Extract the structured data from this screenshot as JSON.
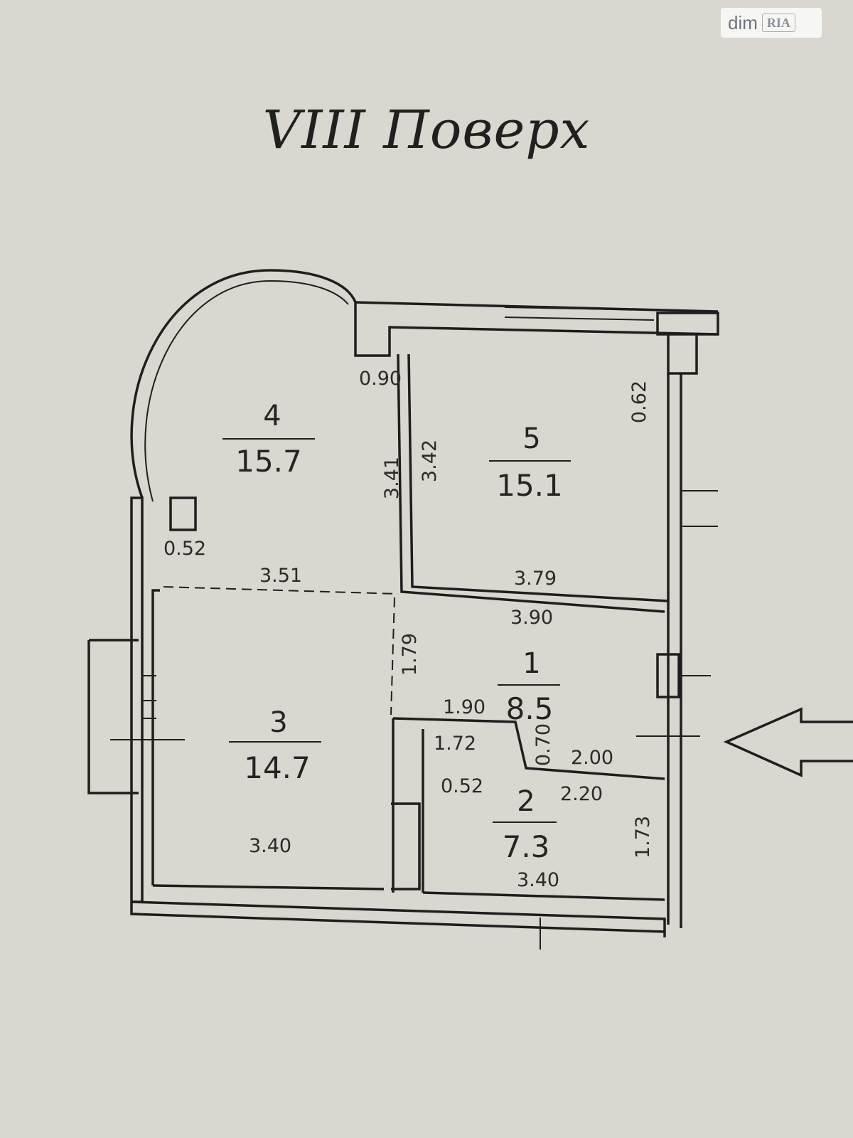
{
  "watermark": {
    "brand": "dim",
    "badge": "RIA"
  },
  "title": "VIII Поверх",
  "rooms": [
    {
      "id": "1",
      "number": "1",
      "area": "8.5"
    },
    {
      "id": "2",
      "number": "2",
      "area": "7.3"
    },
    {
      "id": "3",
      "number": "3",
      "area": "14.7"
    },
    {
      "id": "4",
      "number": "4",
      "area": "15.7"
    },
    {
      "id": "5",
      "number": "5",
      "area": "15.1"
    }
  ],
  "dimensions": {
    "d090": "0.90",
    "d062": "0.62",
    "d341": "3.41",
    "d342": "3.42",
    "d052a": "0.52",
    "d351": "3.51",
    "d379": "3.79",
    "d390": "3.90",
    "d179": "1.79",
    "d190": "1.90",
    "d172": "1.72",
    "d070": "0.70",
    "d200": "2.00",
    "d052b": "0.52",
    "d220": "2.20",
    "d173": "1.73",
    "d340a": "3.40",
    "d340b": "3.40"
  },
  "colors": {
    "paper": "#d9d7cf",
    "ink": "#1e1e1e"
  }
}
